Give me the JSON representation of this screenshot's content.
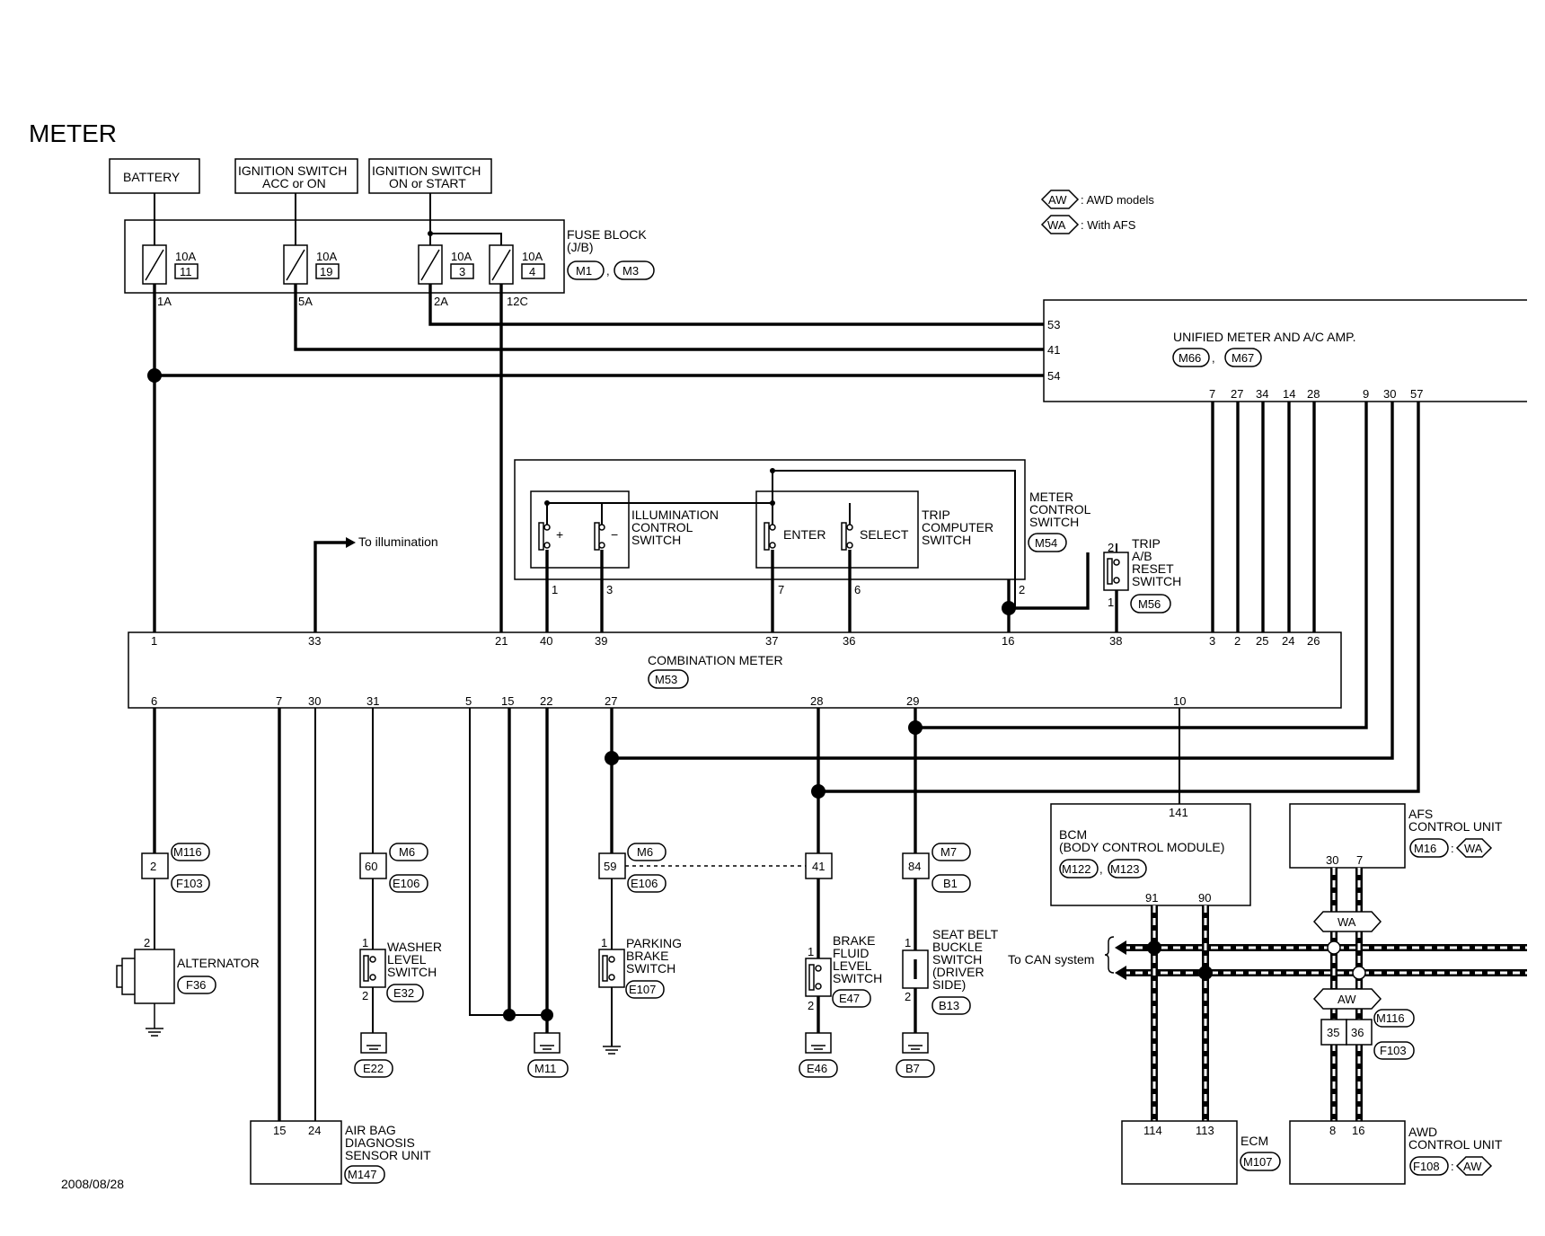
{
  "title": "METER",
  "date": "2008/08/28",
  "legend": {
    "aw": "AW",
    "aw_text": ": AWD models",
    "wa": "WA",
    "wa_text": ": With AFS"
  },
  "power": {
    "battery": "BATTERY",
    "ign1_l1": "IGNITION SWITCH",
    "ign1_l2": "ACC or ON",
    "ign2_l1": "IGNITION SWITCH",
    "ign2_l2": "ON or START"
  },
  "fuse_block": {
    "label1": "FUSE BLOCK",
    "label2": "(J/B)",
    "conn1": "M1",
    "conn2": "M3",
    "fuses": [
      {
        "amp": "10A",
        "num": "11",
        "term": "1A"
      },
      {
        "amp": "10A",
        "num": "19",
        "term": "5A"
      },
      {
        "amp": "10A",
        "num": "3",
        "term": "2A"
      },
      {
        "amp": "10A",
        "num": "4",
        "term": "12C"
      }
    ]
  },
  "unified": {
    "title": "UNIFIED METER AND A/C AMP.",
    "conn1": "M66",
    "conn2": "M67",
    "pins_left": [
      "53",
      "41",
      "54"
    ],
    "pins_bottom": [
      "7",
      "27",
      "34",
      "14",
      "28",
      "9",
      "30",
      "57"
    ]
  },
  "meter_switch": {
    "l1": "METER",
    "l2": "CONTROL",
    "l3": "SWITCH",
    "conn": "M54",
    "illum_l1": "ILLUMINATION",
    "illum_l2": "CONTROL",
    "illum_l3": "SWITCH",
    "plus": "+",
    "minus": "−",
    "enter": "ENTER",
    "select": "SELECT",
    "trip_l1": "TRIP",
    "trip_l2": "COMPUTER",
    "trip_l3": "SWITCH",
    "pins": [
      "1",
      "3",
      "7",
      "6",
      "2"
    ]
  },
  "reset_switch": {
    "l1": "TRIP",
    "l2": "A/B",
    "l3": "RESET",
    "l4": "SWITCH",
    "conn": "M56",
    "pin_top": "2",
    "pin_bot": "1"
  },
  "to_illumination": "To illumination",
  "combination_meter": {
    "title": "COMBINATION METER",
    "conn": "M53",
    "top_pins": [
      "1",
      "33",
      "21",
      "40",
      "39",
      "37",
      "36",
      "16",
      "38",
      "3",
      "2",
      "25",
      "24",
      "26"
    ],
    "bottom_pins": [
      "6",
      "7",
      "30",
      "31",
      "5",
      "15",
      "22",
      "27",
      "28",
      "29",
      "10"
    ]
  },
  "alternator": {
    "label": "ALTERNATOR",
    "conn": "F36",
    "jc": "2",
    "jc_top": "M116",
    "jc_bot": "F103",
    "pin": "2"
  },
  "airbag": {
    "l1": "AIR BAG",
    "l2": "DIAGNOSIS",
    "l3": "SENSOR UNIT",
    "conn": "M147",
    "pins": [
      "15",
      "24"
    ]
  },
  "washer": {
    "l1": "WASHER",
    "l2": "LEVEL",
    "l3": "SWITCH",
    "conn": "E32",
    "jc": "60",
    "jc_top": "M6",
    "jc_bot": "E106",
    "pin_top": "1",
    "pin_bot": "2",
    "ground": "E22"
  },
  "ground_m11": "M11",
  "parking": {
    "l1": "PARKING",
    "l2": "BRAKE",
    "l3": "SWITCH",
    "conn": "E107",
    "jc": "59",
    "jc_top": "M6",
    "jc_bot": "E106",
    "pin_top": "1"
  },
  "brake": {
    "l1": "BRAKE",
    "l2": "FLUID",
    "l3": "LEVEL",
    "l4": "SWITCH",
    "conn": "E47",
    "jc": "41",
    "pin_top": "1",
    "pin_bot": "2",
    "ground": "E46"
  },
  "seatbelt": {
    "l1": "SEAT BELT",
    "l2": "BUCKLE",
    "l3": "SWITCH",
    "l4": "(DRIVER",
    "l5": "SIDE)",
    "conn": "B13",
    "jc": "84",
    "jc_top": "M7",
    "jc_bot": "B1",
    "pin_top": "1",
    "pin_bot": "2",
    "ground": "B7"
  },
  "bcm": {
    "l1": "BCM",
    "l2": "(BODY CONTROL MODULE)",
    "conn1": "M122",
    "conn2": "M123",
    "pin_top": "141",
    "pins_bot": [
      "91",
      "90"
    ]
  },
  "afs": {
    "l1": "AFS",
    "l2": "CONTROL UNIT",
    "conn": "M16",
    "tag": "WA",
    "pins": [
      "30",
      "7"
    ]
  },
  "can": {
    "label": "To CAN system",
    "wa": "WA",
    "aw": "AW",
    "jc1": "35",
    "jc2": "36",
    "jc_top": "M116",
    "jc_bot": "F103"
  },
  "ecm": {
    "label": "ECM",
    "conn": "M107",
    "pins": [
      "114",
      "113"
    ]
  },
  "awd": {
    "l1": "AWD",
    "l2": "CONTROL UNIT",
    "conn": "F108",
    "tag": "AW",
    "pins": [
      "8",
      "16"
    ]
  }
}
